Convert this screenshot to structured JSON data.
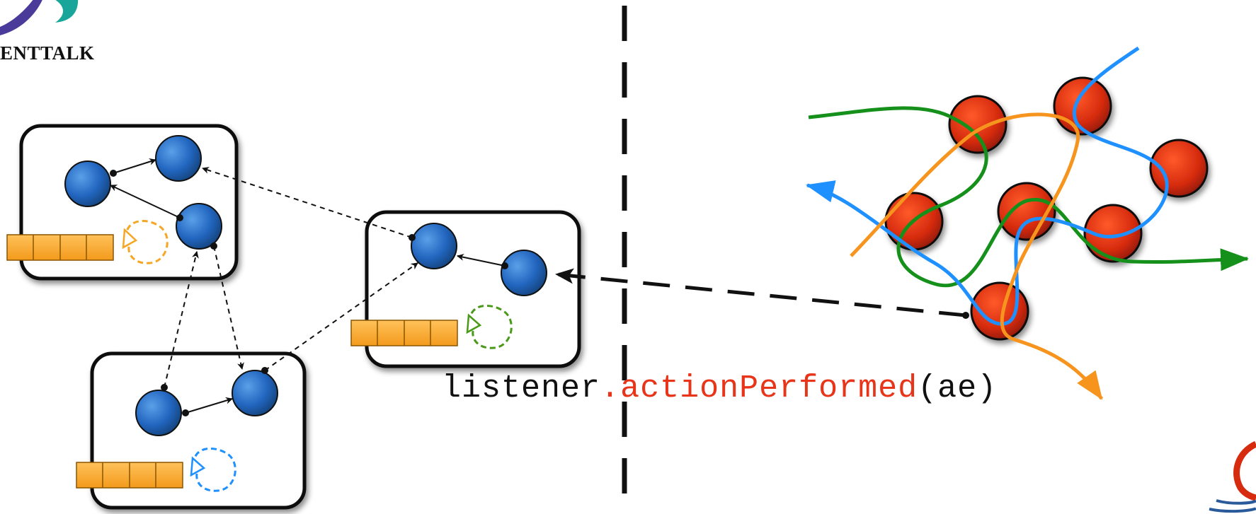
{
  "logo": {
    "text": "ENTTALK"
  },
  "code": {
    "receiver": "listener",
    "dot": ".",
    "method": "actionPerformed",
    "args": "(ae)"
  },
  "colors": {
    "actor_box_stroke": "#111111",
    "actor_node": "#2a6fc4",
    "mailbox": "#f5a623",
    "loop_orange": "#f5a623",
    "loop_green": "#4a9a1a",
    "loop_blue": "#1e90ff",
    "thread_node": "#d62b0e",
    "thread_green": "#15901a",
    "thread_blue": "#1e90ff",
    "thread_orange": "#f7941d",
    "method_text": "#e8351a"
  },
  "icons": [
    "logo-swoosh-icon",
    "java-logo-icon"
  ]
}
